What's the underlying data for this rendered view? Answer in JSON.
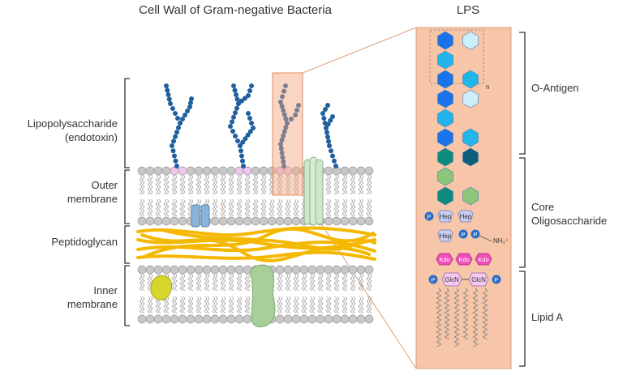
{
  "titles": {
    "main": "Cell Wall of Gram-negative Bacteria",
    "lps": "LPS"
  },
  "left_labels": {
    "lps_line1": "Lipopolysaccharide",
    "lps_line2": "(endotoxin)",
    "outer_line1": "Outer",
    "outer_line2": "membrane",
    "peptidoglycan": "Peptidoglycan",
    "inner_line1": "Inner",
    "inner_line2": "membrane"
  },
  "right_labels": {
    "o_antigen": "O-Antigen",
    "core_line1": "Core",
    "core_line2": "Oligosaccharide",
    "lipid_a": "Lipid A"
  },
  "lps_detail": {
    "hep": "Hep",
    "kdo": "Kdo",
    "glcn": "GlcN",
    "phosphate": "P",
    "nh3": "NH₃⁺",
    "repeat_n": "n"
  },
  "colors": {
    "lps_panel": "#f7c5a7",
    "lps_panel_border": "#d9a07c",
    "peptidoglycan": "#f5b800",
    "lipid_head": "#c8c8c8",
    "lps_chain": "#1f5f9e",
    "hex_blue": "#1a73e8",
    "hex_sky": "#22b5ea",
    "hex_pale": "#cdeefb",
    "hex_teal": "#0f8a7e",
    "hex_green": "#8cc67a",
    "hep": "#c9cdf2",
    "kdo": "#ee4fb8",
    "glcn": "#f3c9f0",
    "phosphate": "#2b6dc6"
  }
}
